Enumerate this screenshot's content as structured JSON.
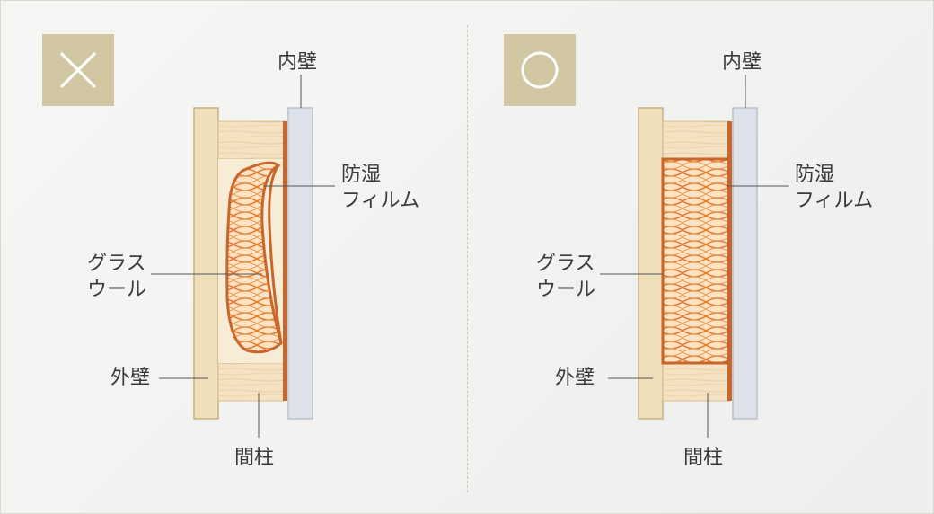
{
  "colors": {
    "badge": "#d1c8a3",
    "wood_light": "#f4e2c2",
    "wood_grain": "#e7cfa3",
    "exterior_wall": "#f0dfbb",
    "interior_wall": "#dde1ea",
    "vapor_film": "#c9662b",
    "insulation_fill": "#fbe3c4",
    "insulation_line": "#e57a2e",
    "leader_line": "#555555",
    "text": "#3a3a3a"
  },
  "panels": [
    {
      "badge_icon": "cross-icon",
      "labels": {
        "interior_wall": "内壁",
        "vapor_film": [
          "防湿",
          "フィルム"
        ],
        "glass_wool": [
          "グラス",
          "ウール"
        ],
        "exterior_wall": "外壁",
        "stud": "間柱"
      }
    },
    {
      "badge_icon": "circle-icon",
      "labels": {
        "interior_wall": "内壁",
        "vapor_film": [
          "防湿",
          "フィルム"
        ],
        "glass_wool": [
          "グラス",
          "ウール"
        ],
        "exterior_wall": "外壁",
        "stud": "間柱"
      }
    }
  ]
}
